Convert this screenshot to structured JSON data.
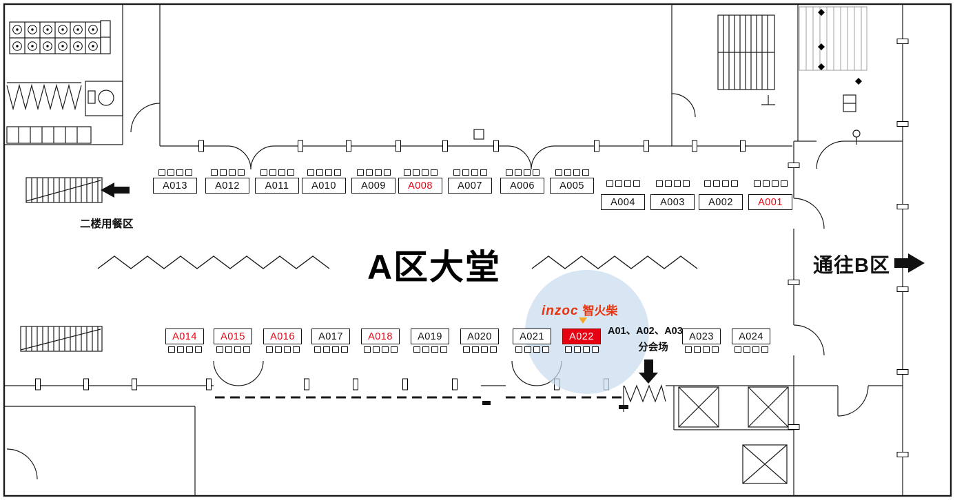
{
  "title": "A区大堂",
  "annotations": {
    "dining_area": "二楼用餐区",
    "to_zone_b": "通往B区",
    "subvenue_line1": "A01、A02、A03",
    "subvenue_line2": "分会场"
  },
  "logo": {
    "latin": "inzoc",
    "cn": "智火柴"
  },
  "colors": {
    "booth-red": "#e60012",
    "logo-red": "#e8330d",
    "logo-orange": "#f5a623",
    "highlight": "#c9dbee"
  },
  "booths": {
    "top": [
      {
        "label": "A013",
        "red": false
      },
      {
        "label": "A012",
        "red": false
      },
      {
        "label": "A011",
        "red": false
      },
      {
        "label": "A010",
        "red": false
      },
      {
        "label": "A009",
        "red": false
      },
      {
        "label": "A008",
        "red": true
      },
      {
        "label": "A007",
        "red": false
      },
      {
        "label": "A006",
        "red": false
      },
      {
        "label": "A005",
        "red": false
      }
    ],
    "top_right": [
      {
        "label": "A004",
        "red": false
      },
      {
        "label": "A003",
        "red": false
      },
      {
        "label": "A002",
        "red": false
      },
      {
        "label": "A001",
        "red": true
      }
    ],
    "bottom": [
      {
        "label": "A014",
        "red": true
      },
      {
        "label": "A015",
        "red": true
      },
      {
        "label": "A016",
        "red": true
      },
      {
        "label": "A017",
        "red": false
      },
      {
        "label": "A018",
        "red": true
      },
      {
        "label": "A019",
        "red": false
      },
      {
        "label": "A020",
        "red": false
      },
      {
        "label": "A021",
        "red": false
      },
      {
        "label": "A022",
        "red": true,
        "selected": true
      },
      {
        "label": "A023",
        "red": false
      },
      {
        "label": "A024",
        "red": false
      }
    ]
  }
}
